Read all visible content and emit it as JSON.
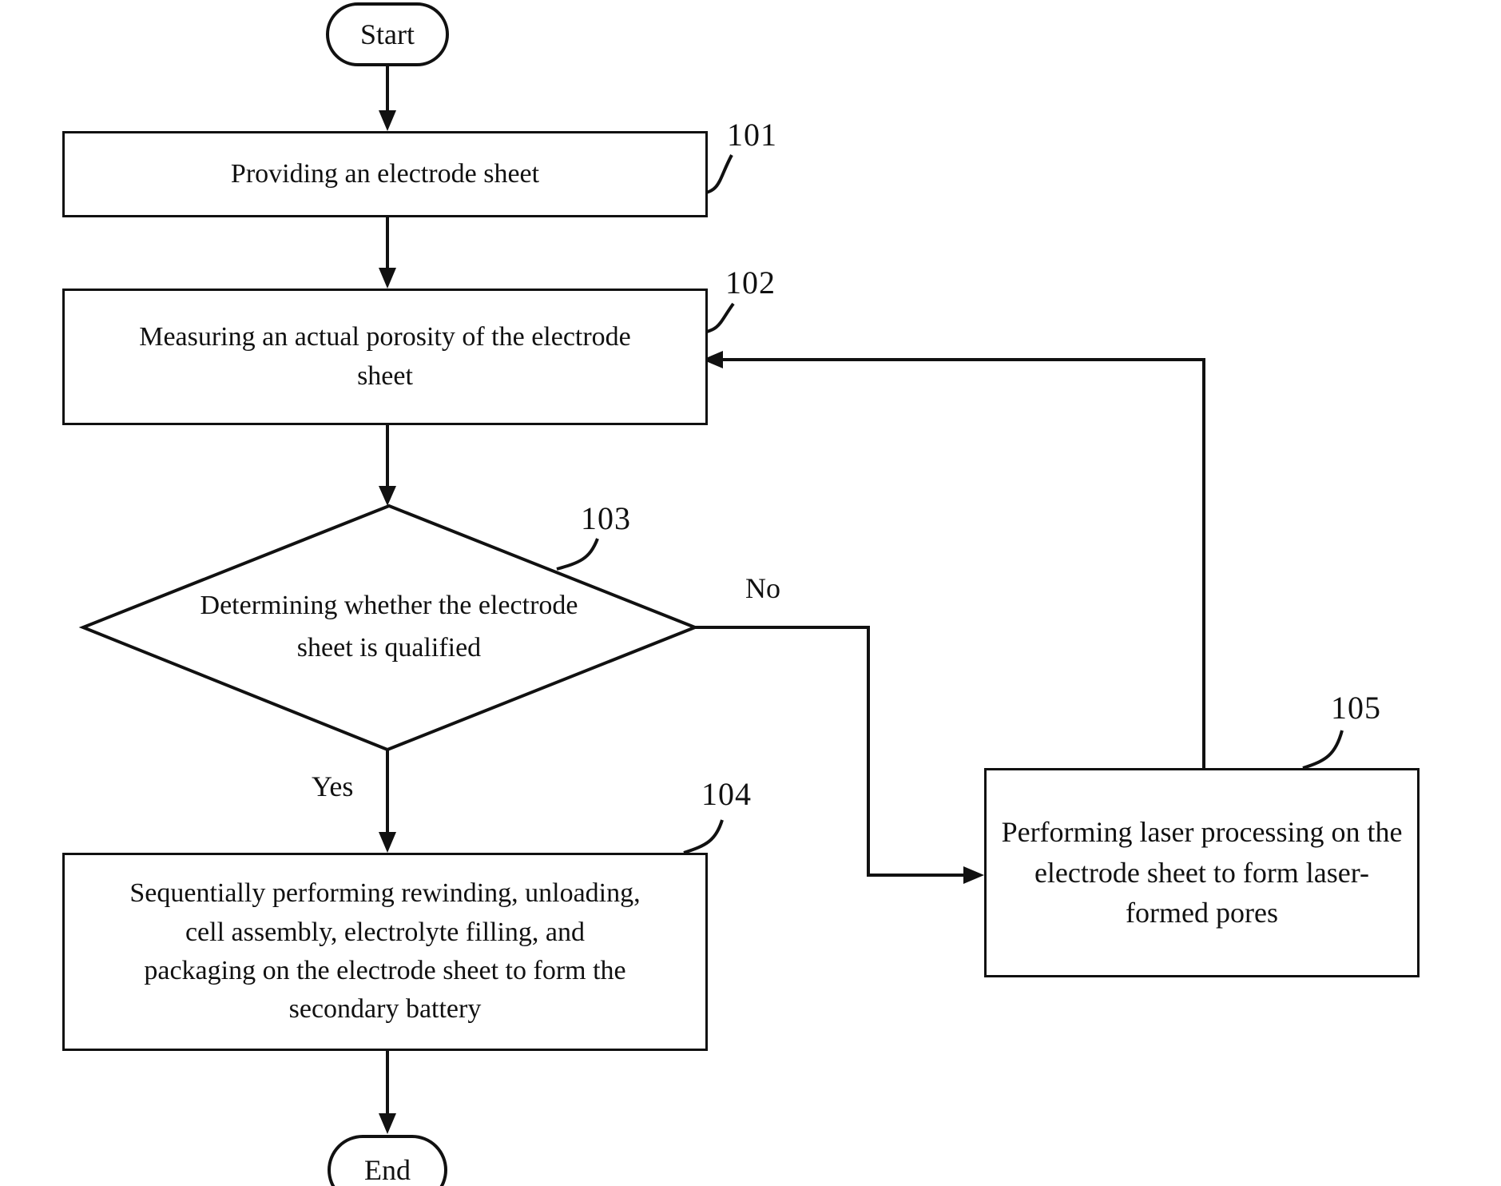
{
  "figure": {
    "background": "#ffffff",
    "ink": "#111111",
    "type": "flowchart"
  },
  "nodes": {
    "start": {
      "label": "Start"
    },
    "step101": {
      "ref": "101",
      "text": "Providing an electrode sheet"
    },
    "step102": {
      "ref": "102",
      "text": "Measuring an actual porosity of the electrode sheet"
    },
    "decision103": {
      "ref": "103",
      "text": "Determining whether the electrode sheet is qualified"
    },
    "step104": {
      "ref": "104",
      "text": "Sequentially performing rewinding, unloading, cell assembly, electrolyte filling, and packaging on the electrode sheet to form the secondary battery"
    },
    "step105": {
      "ref": "105",
      "text": "Performing laser processing on the electrode sheet to form laser-formed pores"
    },
    "end": {
      "label": "End"
    }
  },
  "branches": {
    "yes": "Yes",
    "no": "No"
  }
}
